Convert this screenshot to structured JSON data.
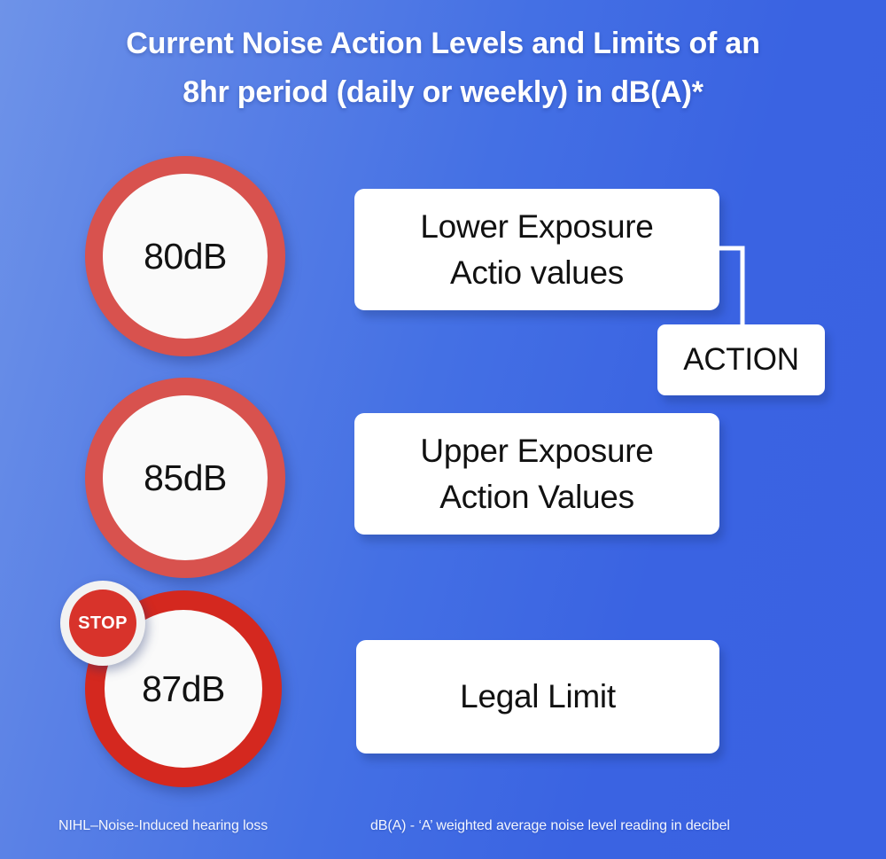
{
  "theme": {
    "background_start": "#6E93E8",
    "background_end": "#3A62E3",
    "ring_soft_red": "#D8524E",
    "ring_bright_red": "#D4281F",
    "stop_red": "#D8332B",
    "card_background": "#FFFFFF",
    "card_text": "#111111",
    "title_text": "#FFFFFF"
  },
  "title": {
    "line1": "Current Noise Action Levels and Limits of an",
    "line2": "8hr period (daily or weekly) in dB(A)*"
  },
  "levels": [
    {
      "id": "lower-exposure",
      "value": "80dB",
      "label_line1": "Lower Exposure",
      "label_line2": "Actio values",
      "ring_color": "#D8524E",
      "has_stop_badge": false
    },
    {
      "id": "upper-exposure",
      "value": "85dB",
      "label_line1": "Upper Exposure",
      "label_line2": "Action Values",
      "ring_color": "#D8524E",
      "has_stop_badge": false
    },
    {
      "id": "legal-limit",
      "value": "87dB",
      "label_line1": "Legal Limit",
      "label_line2": "",
      "ring_color": "#D4281F",
      "has_stop_badge": true
    }
  ],
  "stop_badge": {
    "text": "STOP"
  },
  "action_callout": {
    "label": "ACTION"
  },
  "footnotes": {
    "nihl": "NIHL–Noise-Induced hearing loss",
    "dba": "dB(A) - ‘A’ weighted average noise level reading in decibel"
  }
}
